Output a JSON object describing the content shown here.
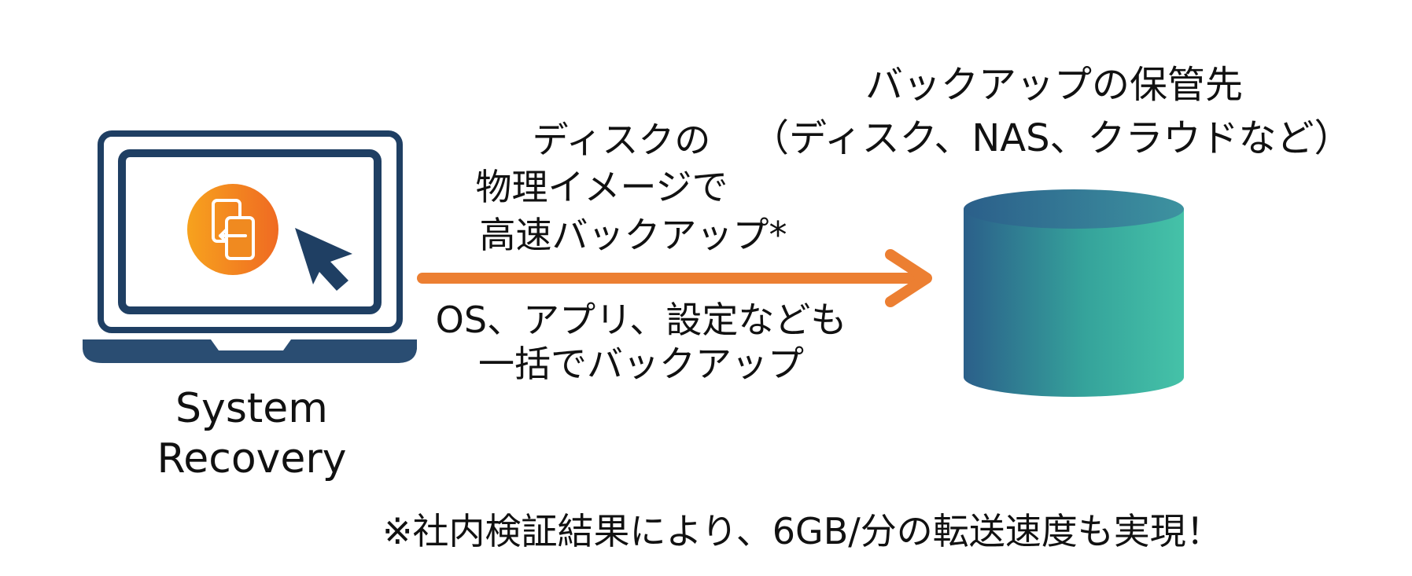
{
  "laptop": {
    "label_line1": "System",
    "label_line2": "Recovery",
    "app_icon": "swap-documents-icon",
    "cursor_icon": "mouse-pointer-icon"
  },
  "storage": {
    "title": "バックアップの保管先",
    "subtitle": "（ディスク、NAS、クラウドなど）",
    "icon": "database-cylinder-icon"
  },
  "arrow": {
    "above_lines": [
      "ディスクの",
      "物理イメージで",
      "高速バックアップ*"
    ],
    "below_lines": [
      "OS、アプリ、設定なども",
      "一括でバックアップ"
    ]
  },
  "footnote": "※社内検証結果により、6GB/分の転送速度も実現！",
  "colors": {
    "laptop_navy": "#1f3f63",
    "laptop_base": "#2a4d72",
    "icon_orange_start": "#f7a21e",
    "icon_orange_end": "#ef6a22",
    "arrow_orange": "#ec7f32",
    "cylinder_left": "#2b5f8a",
    "cylinder_right": "#45c2a8"
  }
}
